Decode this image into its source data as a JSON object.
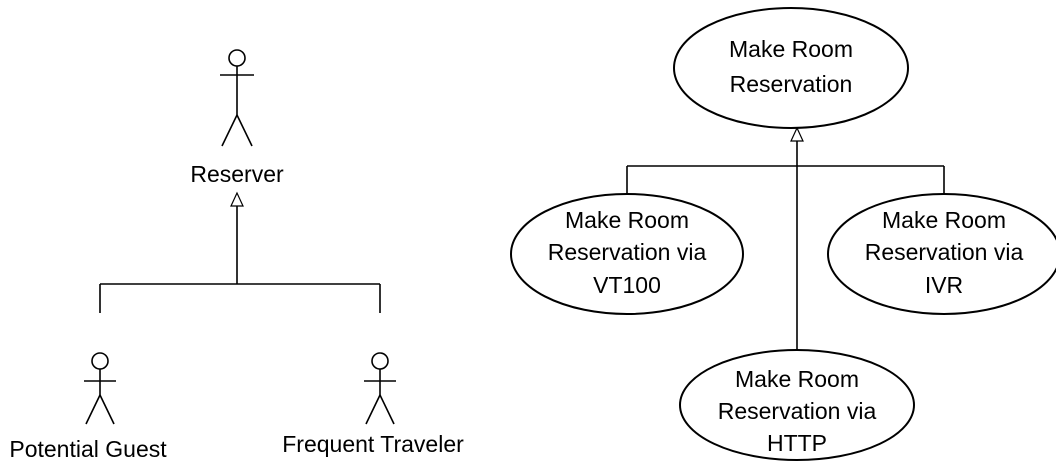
{
  "actors": {
    "reserver": {
      "label": "Reserver"
    },
    "potential_guest": {
      "label": "Potential Guest"
    },
    "frequent_traveler": {
      "label": "Frequent Traveler"
    }
  },
  "use_cases": {
    "make_room_reservation": {
      "lines": [
        "Make Room",
        "Reservation"
      ]
    },
    "via_vt100": {
      "lines": [
        "Make Room",
        "Reservation via",
        "VT100"
      ]
    },
    "via_ivr": {
      "lines": [
        "Make Room",
        "Reservation via",
        "IVR"
      ]
    },
    "via_http": {
      "lines": [
        "Make Room",
        "Reservation via",
        "HTTP"
      ]
    }
  }
}
